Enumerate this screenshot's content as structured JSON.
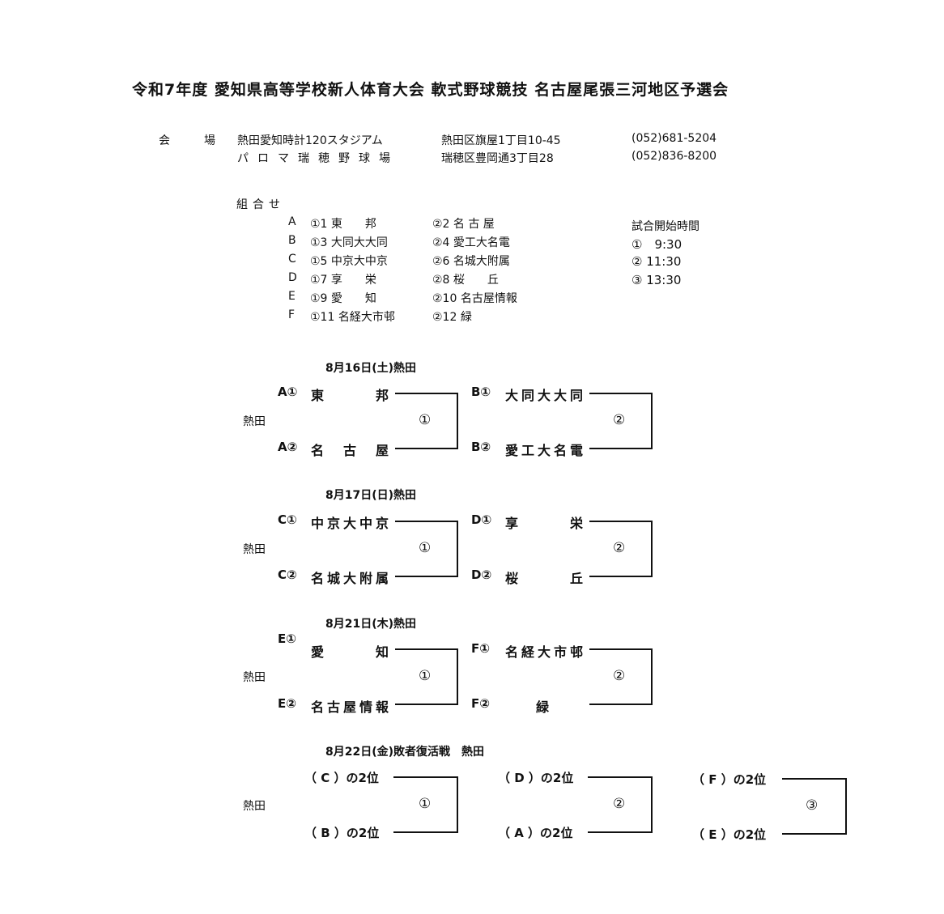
{
  "title": "令和7年度 愛知県高等学校新人体育大会 軟式野球競技 名古屋尾張三河地区予選会",
  "venue": {
    "label": "会　場",
    "rows": [
      {
        "name": "熱田愛知時計120スタジアム",
        "address": "熱田区旗屋1丁目10-45",
        "phone": "(052)681-5204"
      },
      {
        "name": "パロマ瑞穂野球場",
        "address": "瑞穂区豊岡通3丁目28",
        "phone": "(052)836-8200"
      }
    ]
  },
  "pairings": {
    "label": "組合せ",
    "rows": [
      {
        "group": "A",
        "first": "①1 東　　邦",
        "second": "②2 名 古 屋"
      },
      {
        "group": "B",
        "first": "①3 大同大大同",
        "second": "②4 愛工大名電"
      },
      {
        "group": "C",
        "first": "①5 中京大中京",
        "second": "②6 名城大附属"
      },
      {
        "group": "D",
        "first": "①7 享　　栄",
        "second": "②8 桜　　丘"
      },
      {
        "group": "E",
        "first": "①9 愛　　知",
        "second": "②10 名古屋情報"
      },
      {
        "group": "F",
        "first": "①11 名経大市邨",
        "second": "②12 緑"
      }
    ]
  },
  "start_times": {
    "label": "試合開始時間",
    "rows": [
      "①　9:30",
      "② 11:30",
      "③ 13:30"
    ]
  },
  "days": [
    {
      "date": "8月16日(土)熱田",
      "venue": "熱田",
      "games": [
        {
          "top_label": "A①",
          "top_team": "東　　邦",
          "bottom_label": "A②",
          "bottom_team": "名　古　屋",
          "game": "①"
        },
        {
          "top_label": "B①",
          "top_team": "大同大大同",
          "bottom_label": "B②",
          "bottom_team": "愛工大名電",
          "game": "②"
        }
      ]
    },
    {
      "date": "8月17日(日)熱田",
      "venue": "熱田",
      "games": [
        {
          "top_label": "C①",
          "top_team": "中京大中京",
          "bottom_label": "C②",
          "bottom_team": "名城大附属",
          "game": "①"
        },
        {
          "top_label": "D①",
          "top_team": "享　　栄",
          "bottom_label": "D②",
          "bottom_team": "桜　　丘",
          "game": "②"
        }
      ]
    },
    {
      "date": "8月21日(木)熱田",
      "venue": "熱田",
      "games": [
        {
          "top_label": "E①",
          "top_team": "愛　　知",
          "bottom_label": "E②",
          "bottom_team": "名古屋情報",
          "game": "①"
        },
        {
          "top_label": "F①",
          "top_team": "名経大市邨",
          "bottom_label": "F②",
          "bottom_team": "緑",
          "game": "②"
        }
      ]
    }
  ],
  "repechage": {
    "date": "8月22日(金)敗者復活戦　熱田",
    "venue": "熱田",
    "games": [
      {
        "top": "（ C ）の2位",
        "bottom": "（ B ）の2位",
        "game": "①"
      },
      {
        "top": "（ D ）の2位",
        "bottom": "（ A ）の2位",
        "game": "②"
      },
      {
        "top": "（ F ）の2位",
        "bottom": "（ E ）の2位",
        "game": "③"
      }
    ]
  }
}
